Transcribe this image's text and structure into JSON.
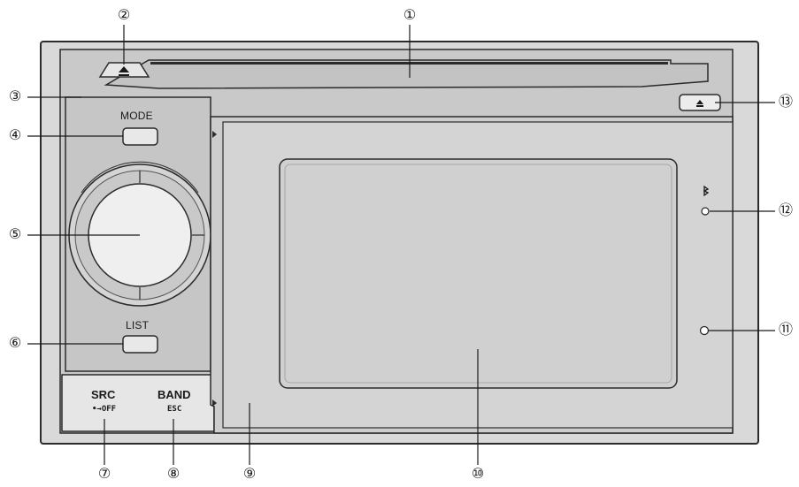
{
  "device": {
    "buttons": {
      "mode": "MODE",
      "list": "LIST",
      "src": "SRC",
      "src_sub": "•→OFF",
      "band": "BAND",
      "band_sub": "ESC"
    },
    "icons": {
      "disc_eject": "eject-icon",
      "detach": "detach-eject-icon",
      "bluetooth": "bluetooth-icon"
    }
  },
  "callouts": [
    "①",
    "②",
    "③",
    "④",
    "⑤",
    "⑥",
    "⑦",
    "⑧",
    "⑨",
    "⑩",
    "⑪",
    "⑫",
    "⑬"
  ],
  "colors": {
    "body": "#d9d9d9",
    "panel": "#c8c8c8",
    "outline": "#2b2b2b",
    "screen": "#cfcfcf"
  }
}
